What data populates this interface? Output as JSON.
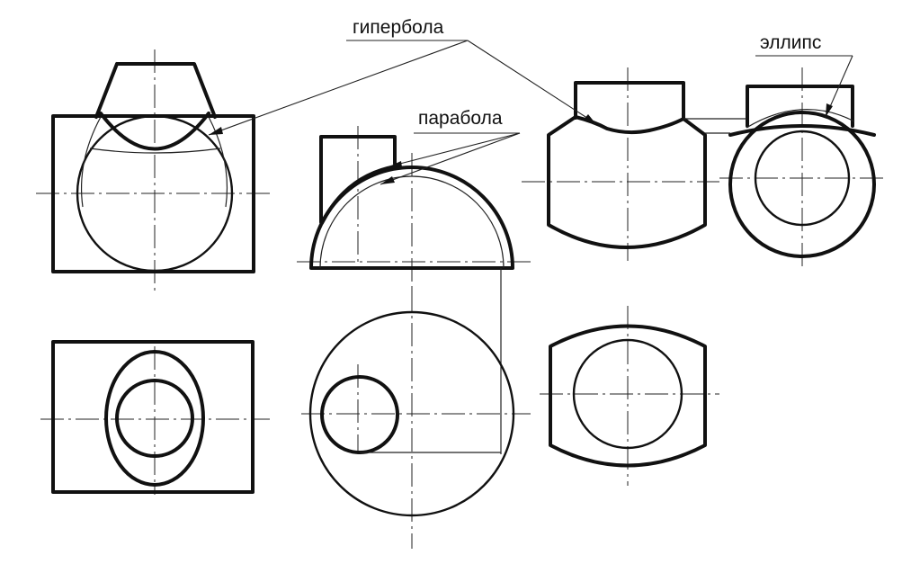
{
  "labels": {
    "hyperbola": "гипербола",
    "parabola": "парабола",
    "ellipse": "эллипс"
  },
  "colors": {
    "ink": "#111111",
    "paper": "#ffffff"
  }
}
